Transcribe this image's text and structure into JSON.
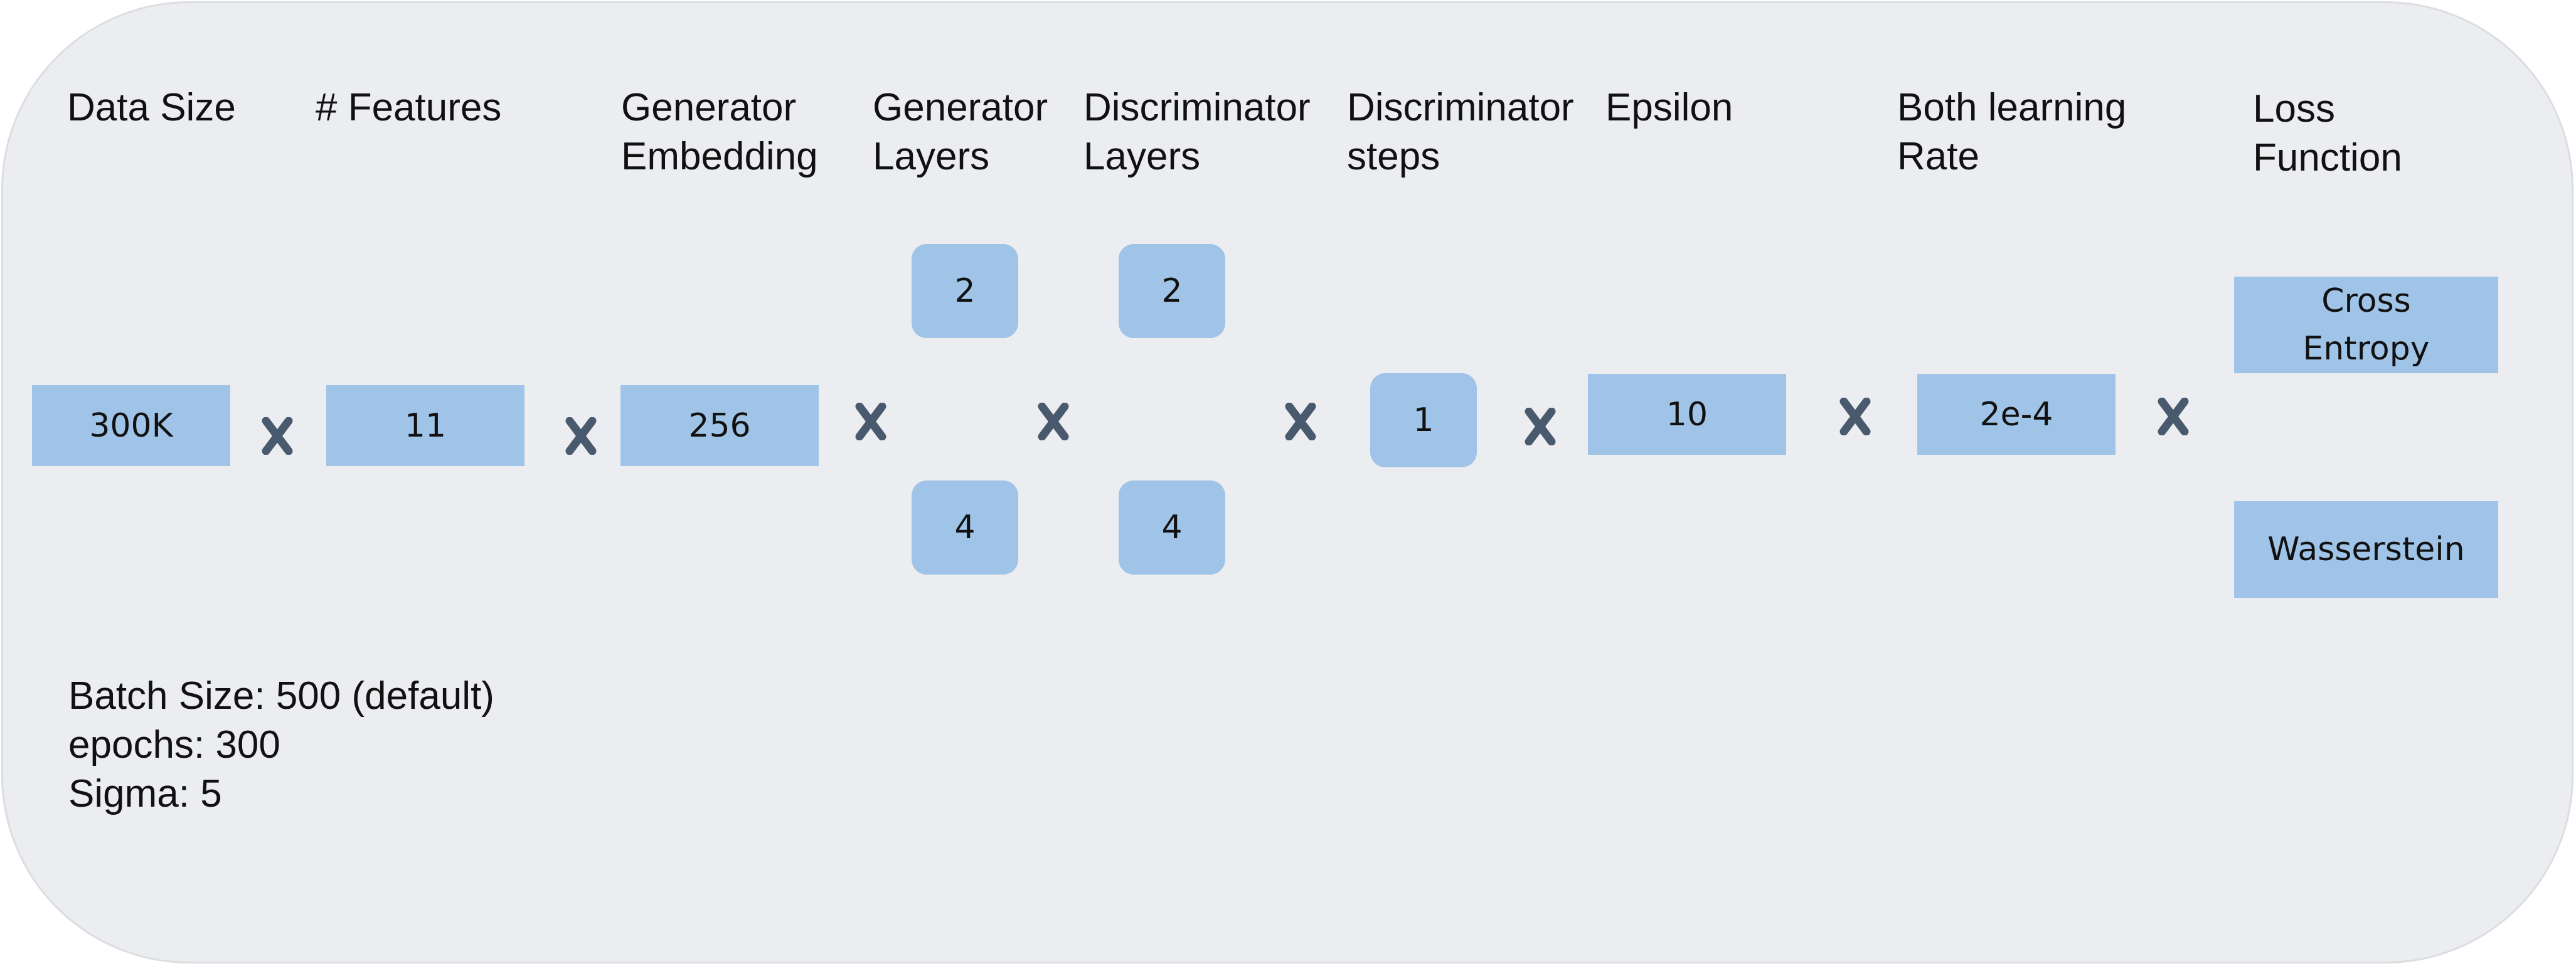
{
  "headers": {
    "data_size": "Data Size",
    "features": "# Features",
    "gen_embedding": "Generator\nEmbedding",
    "gen_layers": "Generator\nLayers",
    "disc_layers": "Discriminator\nLayers",
    "disc_steps": "Discriminator\nsteps",
    "epsilon": "Epsilon",
    "learning_rate": "Both learning\nRate",
    "loss_function": "Loss\nFunction"
  },
  "values": {
    "data_size": "300K",
    "features": "11",
    "gen_embedding": "256",
    "gen_layers": [
      "2",
      "4"
    ],
    "disc_layers": [
      "2",
      "4"
    ],
    "disc_steps": "1",
    "epsilon": "10",
    "learning_rate": "2e-4",
    "loss_function": [
      "Cross\nEntropy",
      "Wasserstein"
    ]
  },
  "notes": {
    "batch_size": "Batch Size: 500 (default)",
    "epochs": "epochs: 300",
    "sigma": "Sigma: 5"
  },
  "colors": {
    "panel_bg": "#ecedf0",
    "box_fill": "#9fc4e7",
    "multiply_mark": "#4a5a6e"
  },
  "icons": {
    "multiply": "cross-multiply-icon"
  }
}
